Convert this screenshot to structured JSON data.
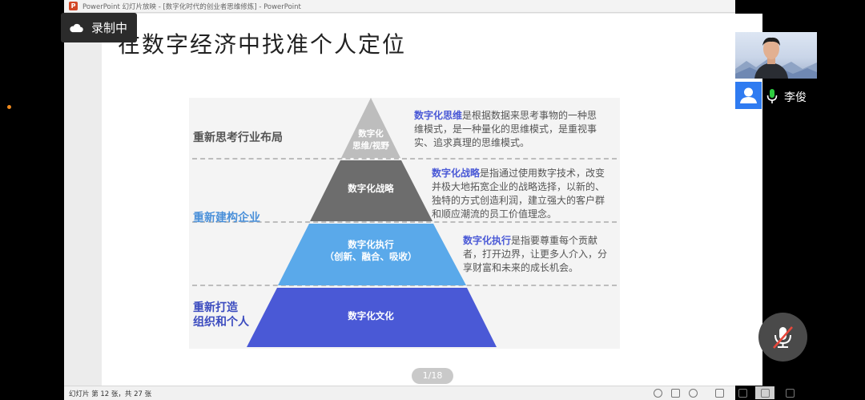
{
  "app": {
    "window_title": "PowerPoint 幻灯片放映 - [数字化时代的创业者思维修炼] - PowerPoint",
    "status_text": "幻灯片 第 12 张，共 27 张",
    "page_indicator": "1/18"
  },
  "recording": {
    "label": "录制中"
  },
  "participant": {
    "name": "李俊"
  },
  "slide": {
    "title": "在数字经济中找准个人定位",
    "left_labels": [
      {
        "text": "重新思考行业布局",
        "color": "#555555"
      },
      {
        "text": "重新建构企业",
        "color": "#4a90d9"
      },
      {
        "text": "重新打造\n组织和个人",
        "color": "#3b4bbf"
      }
    ],
    "tiers": [
      {
        "label": "数字化\n思维/视野",
        "color": "#bdbdbd"
      },
      {
        "label": "数字化战略",
        "color": "#6d6d6d"
      },
      {
        "label": "数字化执行\n（创新、融合、吸收）",
        "color": "#5aa9ea"
      },
      {
        "label": "数字化文化",
        "color": "#4a59d6"
      }
    ],
    "descriptions": [
      {
        "highlight": "数字化思维",
        "highlight_color": "#4a59d6",
        "text": "是根据数据来思考事物的一种思维模式，是一种量化的思维模式，是重视事实、追求真理的思维模式。"
      },
      {
        "highlight": "数字化战略",
        "highlight_color": "#4a59d6",
        "text": "是指通过使用数字技术，改变并极大地拓宽企业的战略选择，以新的、独特的方式创造利润，建立强大的客户群和顺应潮流的员工价值理念。"
      },
      {
        "highlight": "数字化执行",
        "highlight_color": "#4a59d6",
        "text": "是指要尊重每个贡献者，打开边界，让更多人介入，分享财富和未来的成长机会。"
      }
    ]
  },
  "icons": {
    "cloud": "cloud-icon",
    "mic": "microphone-icon",
    "mic_muted": "microphone-muted-icon",
    "avatar": "user-avatar-icon"
  }
}
